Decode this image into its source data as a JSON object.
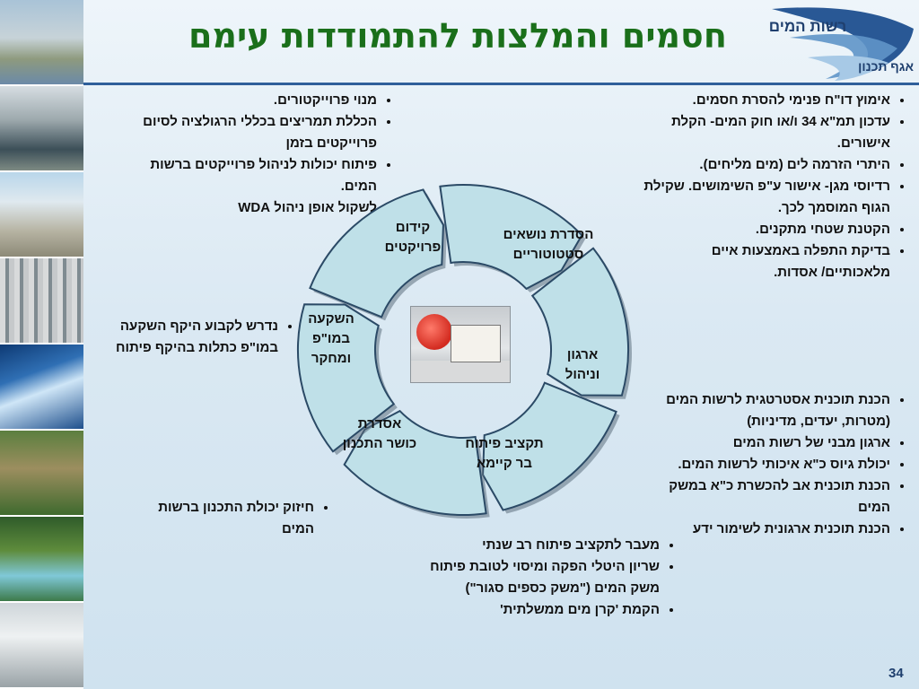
{
  "title": "חסמים והמלצות להתמודדות עימם",
  "logo_text": "רשות המים",
  "department": "אגף תכנון",
  "page_number": "34",
  "colors": {
    "title": "#1a6f1a",
    "segment_fill": "#bfe0e8",
    "segment_stroke": "#2b4a66",
    "accent": "#2f5f9a"
  },
  "cycle_segments": [
    {
      "id": "kidum",
      "text": "קידום פרויקטים"
    },
    {
      "id": "hasdarat",
      "text": "הסדרת נושאים סטטוטוריים"
    },
    {
      "id": "irgun",
      "text": "ארגון וניהול"
    },
    {
      "id": "taktziv",
      "text": "תקציב פיתוח בר קיימא"
    },
    {
      "id": "asdarat",
      "text": "אסדרת כושר התכנון"
    },
    {
      "id": "hashkaa",
      "text": "השקעה במו\"פ ומחקר"
    }
  ],
  "bullet_groups": {
    "top_left": [
      "מנוי פרוייקטורים.",
      "הכללת תמריצים בכללי הרגולציה לסיום פרוייקטים בזמן",
      "פיתוח יכולות לניהול פרוייקטים ברשות המים.",
      "לשקול אופן ניהול WDA"
    ],
    "top_right": [
      "אימוץ דו\"ח פנימי להסרת חסמים.",
      "עדכון תמ\"א 34 ו/או חוק המים- הקלת אישורים.",
      "היתרי הזרמה לים (מים מליחים).",
      "רדיוסי מגן- אישור ע\"פ השימושים. שקילת הגוף המוסמך לכך.",
      "הקטנת שטחי מתקנים.",
      "בדיקת התפלה באמצעות איים מלאכותיים/ אסדות."
    ],
    "mid_left": [
      "נדרש לקבוע היקף השקעה במו\"פ כתלות בהיקף פיתוח"
    ],
    "right_lower": [
      "הכנת תוכנית אסטרטגית לרשות המים (מטרות, יעדים, מדיניות)",
      "ארגון מבני של רשות המים",
      "יכולת גיוס כ\"א איכותי לרשות המים.",
      "הכנת תוכנית אב להכשרת כ\"א במשק המים",
      " הכנת תוכנית ארגונית לשימור ידע"
    ],
    "bottom_left": [
      "חיזוק יכולת התכנון ברשות המים"
    ],
    "bottom_center": [
      "מעבר לתקציב פיתוח רב שנתי",
      "שריון היטלי הפקה ומיסוי לטובת פיתוח משק המים (\"משק כספים סגור\")",
      "הקמת 'קרן מים ממשלתית'"
    ]
  }
}
